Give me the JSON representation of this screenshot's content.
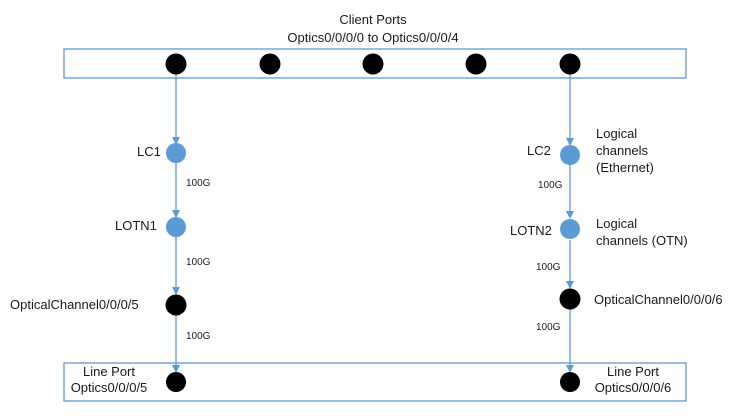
{
  "client_ports": {
    "title_line1": "Client Ports",
    "title_line2": "Optics0/0/0/0 to Optics0/0/0/4"
  },
  "left_chain": {
    "lc_label": "LC1",
    "lotn_label": "LOTN1",
    "optical_channel_label": "OpticalChannel0/0/0/5",
    "rate_1": "100G",
    "rate_2": "100G",
    "rate_3": "100G",
    "line_port_line1": "Line Port",
    "line_port_line2": "Optics0/0/0/5"
  },
  "right_chain": {
    "lc_label": "LC2",
    "lotn_label": "LOTN2",
    "optical_channel_label": "OpticalChannel0/0/0/6",
    "rate_1": "100G",
    "rate_2": "100G",
    "rate_3": "100G",
    "line_port_line1": "Line Port",
    "line_port_line2": "Optics0/0/0/6",
    "logical_eth_line1": "Logical",
    "logical_eth_line2": "channels",
    "logical_eth_line3": "(Ethernet)",
    "logical_otn_line1": "Logical",
    "logical_otn_line2": "channels (OTN)"
  },
  "colors": {
    "box_border": "#5b8fc7",
    "logical_node": "#5b9bd5",
    "port_node": "#000000",
    "arrow": "#5b9bd5"
  }
}
